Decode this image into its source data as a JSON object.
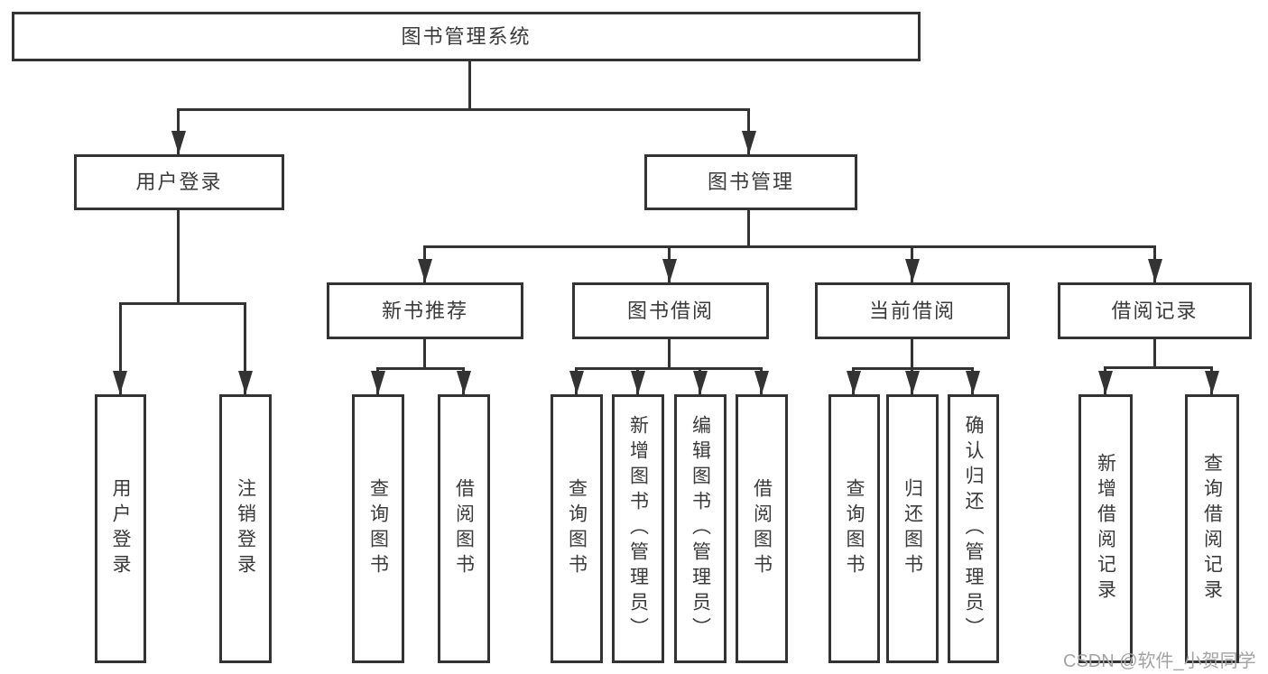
{
  "nodes": {
    "root": {
      "label": "图书管理系统"
    },
    "user_login": {
      "label": "用户登录"
    },
    "book_mgmt": {
      "label": "图书管理"
    },
    "new_book_rec": {
      "label": "新书推荐"
    },
    "book_borrow": {
      "label": "图书借阅"
    },
    "current_borrow": {
      "label": "当前借阅"
    },
    "borrow_record": {
      "label": "借阅记录"
    },
    "leaf_user_login": {
      "label": "用户登录"
    },
    "leaf_logout": {
      "label": "注销登录"
    },
    "leaf_query_book_1": {
      "label": "查询图书"
    },
    "leaf_borrow_book_1": {
      "label": "借阅图书"
    },
    "leaf_query_book_2": {
      "label": "查询图书"
    },
    "leaf_add_book": {
      "label": "新增图书（管理员）"
    },
    "leaf_edit_book": {
      "label": "编辑图书（管理员）"
    },
    "leaf_borrow_book_2": {
      "label": "借阅图书"
    },
    "leaf_query_book_3": {
      "label": "查询图书"
    },
    "leaf_return_book": {
      "label": "归还图书"
    },
    "leaf_confirm_return": {
      "label": "确认归还（管理员）"
    },
    "leaf_add_borrow_record": {
      "label": "新增借阅记录"
    },
    "leaf_query_borrow_record": {
      "label": "查询借阅记录"
    }
  },
  "edges": [
    {
      "from": "图书管理系统",
      "to": [
        "用户登录",
        "图书管理"
      ]
    },
    {
      "from": "用户登录",
      "to": [
        "用户登录",
        "注销登录"
      ]
    },
    {
      "from": "图书管理",
      "to": [
        "新书推荐",
        "图书借阅",
        "当前借阅",
        "借阅记录"
      ]
    },
    {
      "from": "新书推荐",
      "to": [
        "查询图书",
        "借阅图书"
      ]
    },
    {
      "from": "图书借阅",
      "to": [
        "查询图书",
        "新增图书（管理员）",
        "编辑图书（管理员）",
        "借阅图书"
      ]
    },
    {
      "from": "当前借阅",
      "to": [
        "查询图书",
        "归还图书",
        "确认归还（管理员）"
      ]
    },
    {
      "from": "借阅记录",
      "to": [
        "新增借阅记录",
        "查询借阅记录"
      ]
    }
  ],
  "watermark": {
    "text": "CSDN @软件_小贺同学"
  },
  "colors": {
    "line": "#333333",
    "box_border": "#333333",
    "text": "#3a3a3a",
    "watermark": "#a3a3a3",
    "background": "#ffffff"
  }
}
